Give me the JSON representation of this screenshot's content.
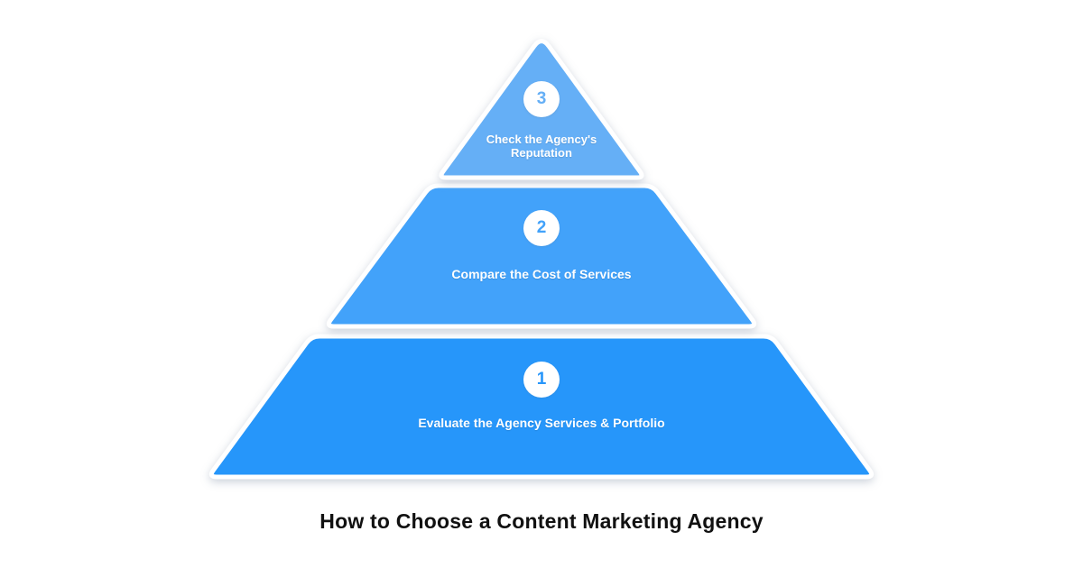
{
  "title": "How to Choose a Content Marketing Agency",
  "title_color": "#111111",
  "background_color": "#ffffff",
  "shape_border_color": "#ffffff",
  "badge_background_color": "#ffffff",
  "label_text_color": "#ffffff",
  "levels": [
    {
      "number": "1",
      "label": "Evaluate the Agency Services & Portfolio",
      "color": "#2796FA"
    },
    {
      "number": "2",
      "label": "Compare the Cost of Services",
      "color": "#42A2FA"
    },
    {
      "number": "3",
      "label": "Check the Agency's Reputation",
      "color": "#65AFF6"
    }
  ]
}
